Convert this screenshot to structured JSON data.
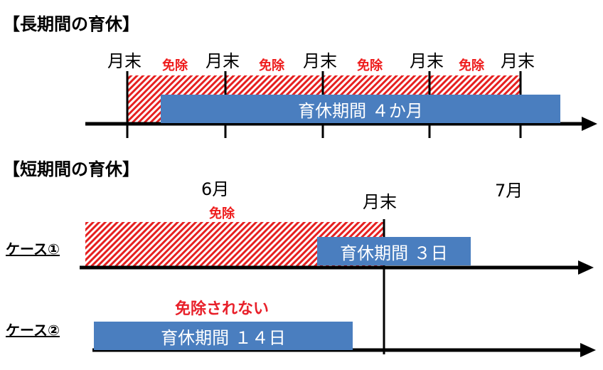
{
  "section1": {
    "heading": "【長期間の育休】",
    "tick_label": "月末",
    "exempt_label": "免除",
    "bar_label": "育休期間 ４か月"
  },
  "section2": {
    "heading": "【短期間の育休】",
    "month_start": "6月",
    "month_end_label": "月末",
    "next_month": "7月",
    "case1": {
      "label": "ケース①",
      "exempt_label": "免除",
      "bar_label": "育休期間 ３日"
    },
    "case2": {
      "label": "ケース②",
      "not_exempt_label": "免除されない",
      "bar_label": "育休期間 １４日"
    }
  },
  "colors": {
    "bar": "#4a7ebf",
    "exempt_text": "#ee1c1c",
    "hatch": "#e62020",
    "axis": "#000000"
  }
}
